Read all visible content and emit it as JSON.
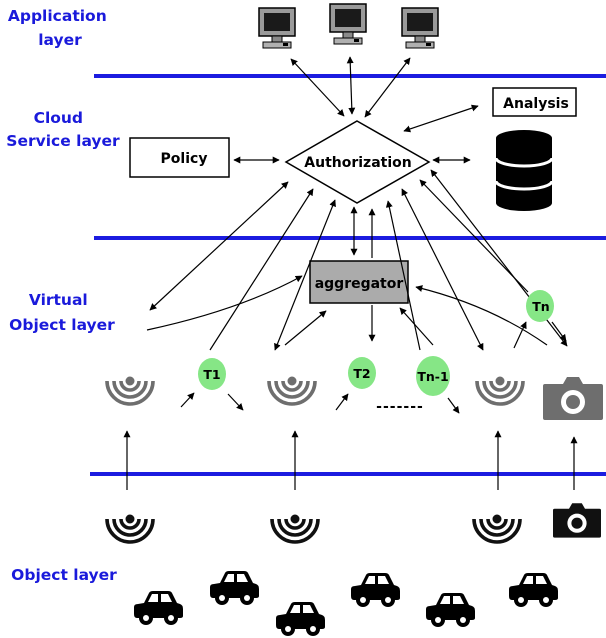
{
  "colors": {
    "label_blue": "#1a1adb",
    "divider_blue": "#1c1ce0",
    "aggregator_fill": "#ababab",
    "thread_fill": "#86e686",
    "virtual_icon": "#6e6e6e",
    "object_icon": "#111111"
  },
  "layers": {
    "application": [
      "Application",
      "layer"
    ],
    "cloud": [
      "Cloud",
      "Service layer"
    ],
    "virtual": [
      "Virtual",
      "Object layer"
    ],
    "object": [
      "Object layer"
    ]
  },
  "boxes": {
    "policy": "Policy",
    "authorization": "Authorization",
    "analysis": "Analysis",
    "aggregator": "aggregator"
  },
  "threads": {
    "t1": "T1",
    "t2": "T2",
    "tn_minus_1": "Tn-1",
    "tn": "Tn",
    "ellipsis": "-------"
  },
  "icons": {
    "monitor": "desktop-monitor-icon",
    "database": "database-icon",
    "sensor": "wireless-signal-icon",
    "camera": "camera-icon",
    "car": "car-icon"
  }
}
